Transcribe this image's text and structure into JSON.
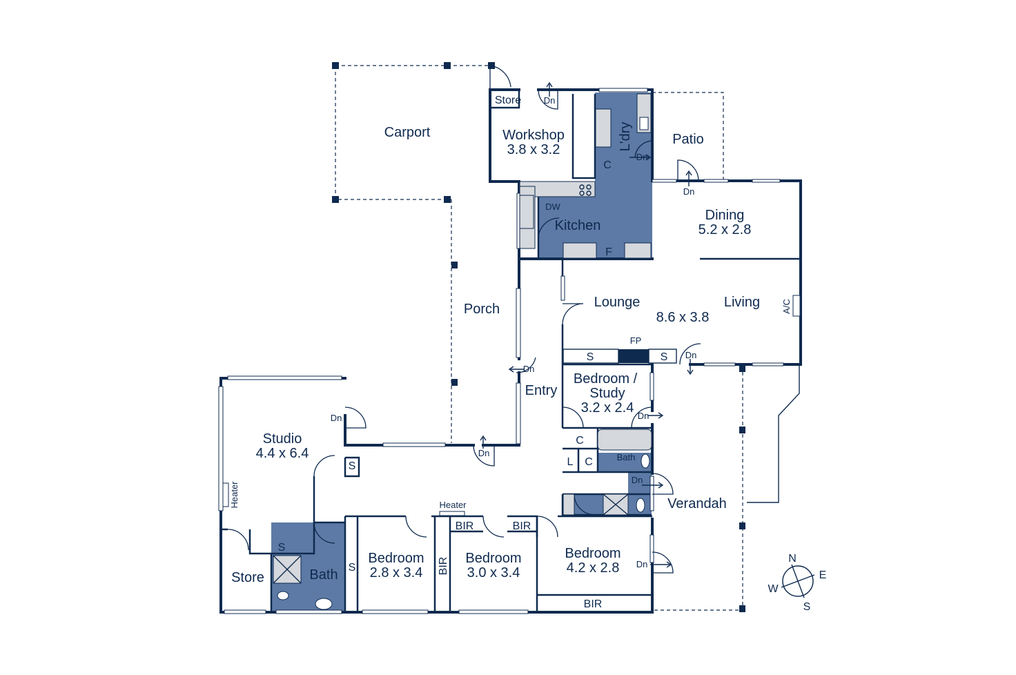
{
  "rooms": {
    "carport": "Carport",
    "store_top": "Store",
    "workshop_name": "Workshop",
    "workshop_dim": "3.8 x 3.2",
    "laundry": "L'dry",
    "patio": "Patio",
    "dining_name": "Dining",
    "dining_dim": "5.2 x 2.8",
    "kitchen": "Kitchen",
    "porch": "Porch",
    "lounge": "Lounge",
    "living": "Living",
    "living_dim": "8.6 x 3.8",
    "entry": "Entry",
    "bed_study_l1": "Bedroom /",
    "bed_study_l2": "Study",
    "bed_study_dim": "3.2 x 2.4",
    "studio_name": "Studio",
    "studio_dim": "4.4 x 6.4",
    "verandah": "Verandah",
    "store_bottom": "Store",
    "bath_bottom": "Bath",
    "bed1_name": "Bedroom",
    "bed1_dim": "2.8 x 3.4",
    "bed2_name": "Bedroom",
    "bed2_dim": "3.0 x 3.4",
    "bed3_name": "Bedroom",
    "bed3_dim": "4.2 x 2.8",
    "bath_mid": "Bath"
  },
  "fixtures": {
    "dw": "DW",
    "f": "F",
    "c": "C",
    "l": "L",
    "s": "S",
    "fp": "FP",
    "ac": "A/C",
    "heater": "Heater",
    "bir": "BIR",
    "dn": "Dn"
  },
  "compass": {
    "n": "N",
    "e": "E",
    "s": "S",
    "w": "W"
  },
  "colors": {
    "wall": "#0f2a4f",
    "wet_area": "#5c7aa5",
    "bench": "#d5d8dc"
  }
}
